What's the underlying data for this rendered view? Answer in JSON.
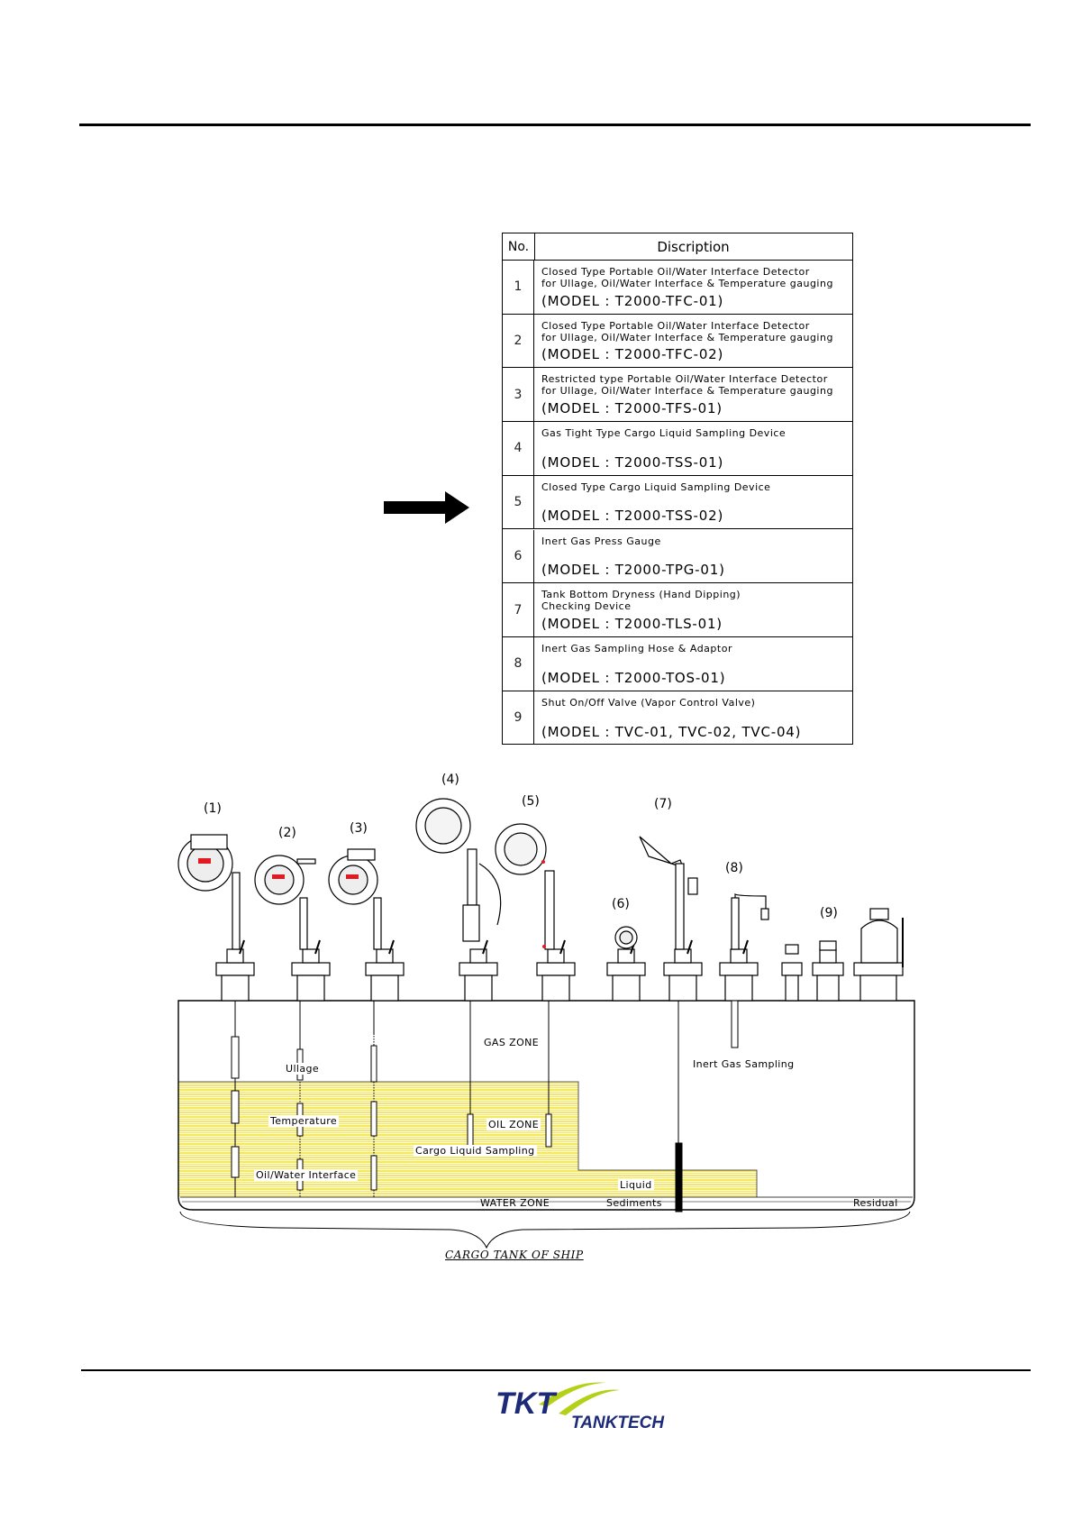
{
  "table": {
    "header_no": "No.",
    "header_desc": "Discription",
    "rows": [
      {
        "no": "1",
        "desc": "Closed Type Portable Oil/Water Interface Detector\nfor Ullage, Oil/Water Interface & Temperature gauging",
        "model": "(MODEL : T2000-TFC-01)"
      },
      {
        "no": "2",
        "desc": "Closed Type Portable Oil/Water Interface Detector\nfor Ullage, Oil/Water Interface & Temperature gauging",
        "model": "(MODEL : T2000-TFC-02)"
      },
      {
        "no": "3",
        "desc": "Restricted type Portable Oil/Water Interface Detector\nfor Ullage, Oil/Water Interface & Temperature gauging",
        "model": "(MODEL : T2000-TFS-01)"
      },
      {
        "no": "4",
        "desc": "Gas Tight Type Cargo Liquid Sampling Device",
        "model": "(MODEL : T2000-TSS-01)"
      },
      {
        "no": "5",
        "desc": "Closed Type Cargo Liquid Sampling Device",
        "model": "(MODEL : T2000-TSS-02)"
      },
      {
        "no": "6",
        "desc": "Inert Gas Press Gauge",
        "model": "(MODEL : T2000-TPG-01)"
      },
      {
        "no": "7",
        "desc": "Tank Bottom Dryness (Hand Dipping)\nChecking Device",
        "model": "(MODEL : T2000-TLS-01)"
      },
      {
        "no": "8",
        "desc": "Inert Gas Sampling Hose & Adaptor",
        "model": "(MODEL : T2000-TOS-01)"
      },
      {
        "no": "9",
        "desc": " Shut On/Off Valve  (Vapor Control Valve)",
        "model": "(MODEL : TVC-01, TVC-02, TVC-04)"
      }
    ]
  },
  "diagram": {
    "numbers": [
      "(1)",
      "(2)",
      "(3)",
      "(4)",
      "(5)",
      "(6)",
      "(7)",
      "(8)",
      "(9)"
    ],
    "labels": {
      "gas_zone": "GAS ZONE",
      "ullage": "Ullage",
      "inert_gas_sampling": "Inert Gas Sampling",
      "temperature": "Temperature",
      "oil_zone": "OIL ZONE",
      "cargo_liquid_sampling": "Cargo Liquid Sampling",
      "oil_water_interface": "Oil/Water Interface",
      "liquid": "Liquid",
      "water_zone": "WATER ZONE",
      "sediments": "Sediments",
      "residual": "Residual"
    },
    "caption": "CARGO TANK OF SHIP",
    "colors": {
      "oil": "#f5e85a"
    }
  },
  "logo": {
    "mark": "TKT",
    "name": "TANKTECH",
    "colors": {
      "navy": "#1c2a78",
      "green": "#b5d117"
    }
  }
}
